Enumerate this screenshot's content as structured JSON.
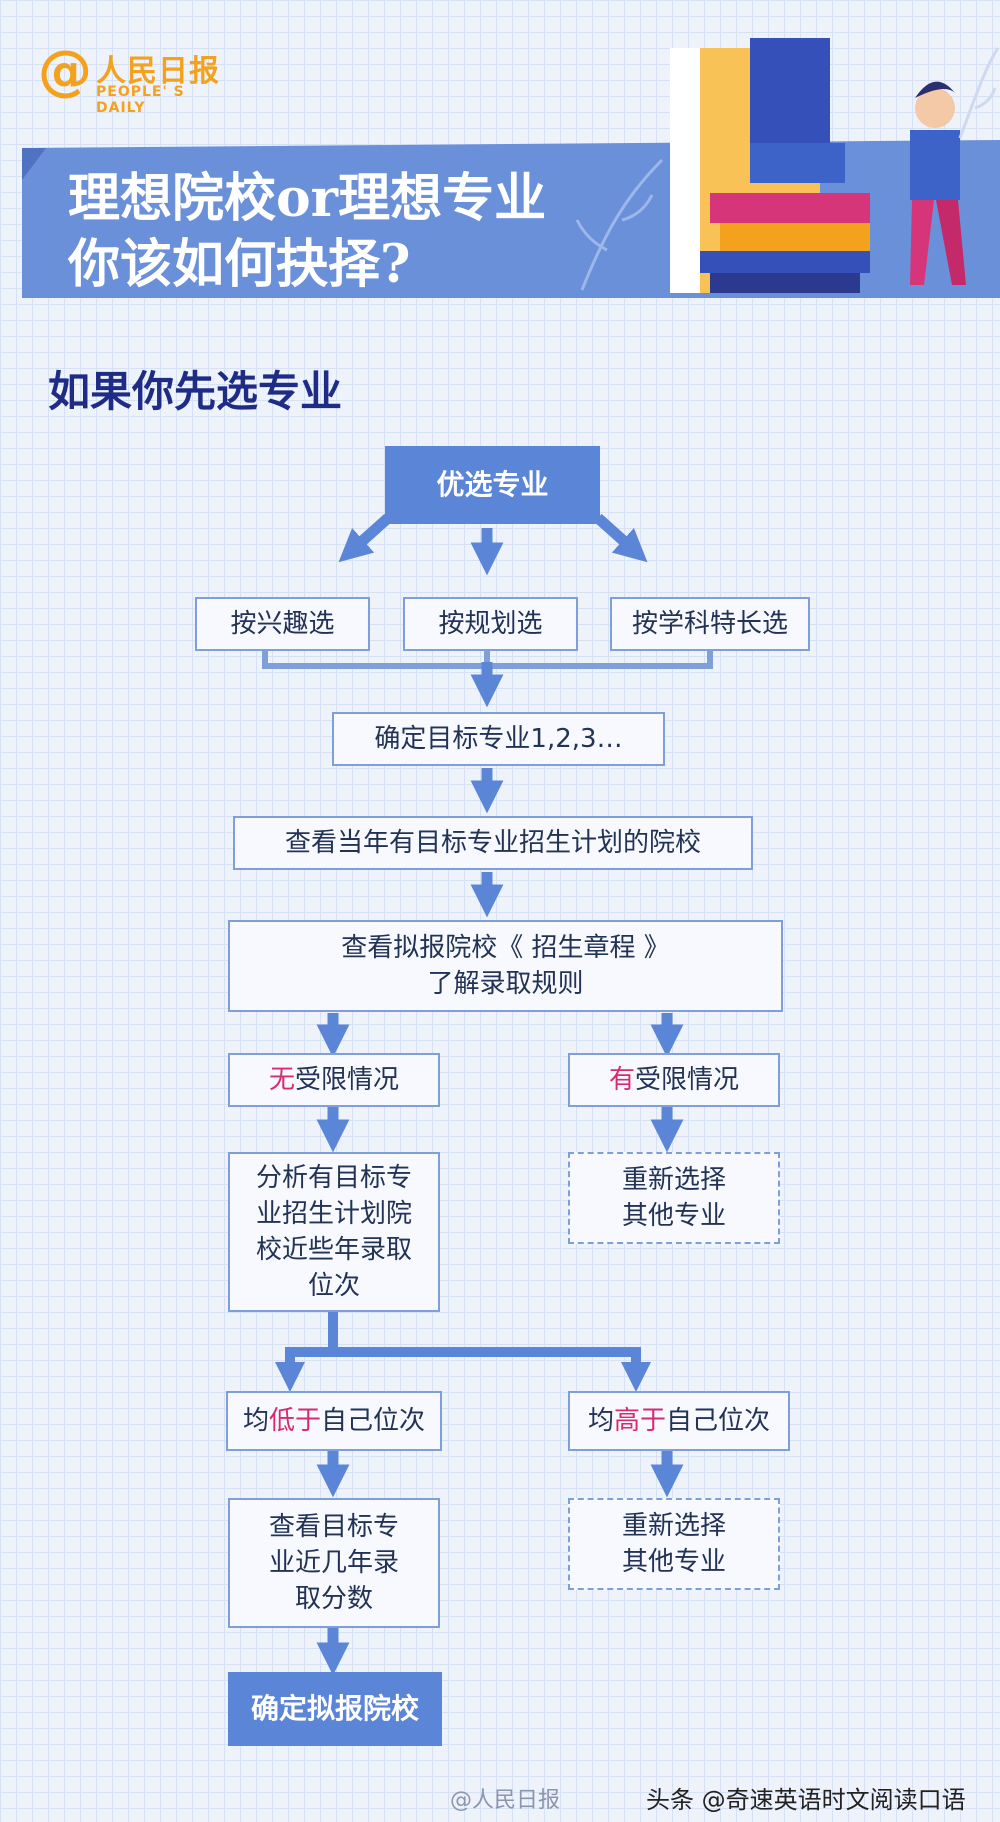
{
  "header": {
    "logo_cn": "人民日报",
    "logo_en": "PEOPLE' S DAILY",
    "title_line1": "理想院校or理想专业",
    "title_line2": "你该如何抉择?"
  },
  "section_title": "如果你先选专业",
  "flow": {
    "start": "优选专业",
    "option_interest": "按兴趣选",
    "option_plan": "按规划选",
    "option_subject": "按学科特长选",
    "confirm_majors": "确定目标专业1,2,3…",
    "check_schools": "查看当年有目标专业招生计划的院校",
    "check_charter_line1": "查看拟报院校《 招生章程 》",
    "check_charter_line2": "了解录取规则",
    "unrestricted_hl": "无",
    "unrestricted_rest": "受限情况",
    "restricted_hl": "有",
    "restricted_rest": "受限情况",
    "analyze": [
      "分析有目标专",
      "业招生计划院",
      "校近些年录取",
      "位次"
    ],
    "reselect_1": [
      "重新选择",
      "其他专业"
    ],
    "lower_pre": "均",
    "lower_hl": "低于",
    "lower_post": "自己位次",
    "higher_pre": "均",
    "higher_hl": "高于",
    "higher_post": "自己位次",
    "check_scores": [
      "查看目标专",
      "业近几年录",
      "取分数"
    ],
    "reselect_2": [
      "重新选择",
      "其他专业"
    ],
    "final": "确定拟报院校"
  },
  "footer": {
    "weibo": "@人民日报",
    "toutiao": "头条 @奇速英语时文阅读口语"
  },
  "colors": {
    "banner": "#6a90d9",
    "box_border": "#7f9fd8",
    "arrow": "#5b85d6",
    "highlight": "#d62a71",
    "logo": "#f4a21d",
    "section_title": "#1f2c86"
  }
}
